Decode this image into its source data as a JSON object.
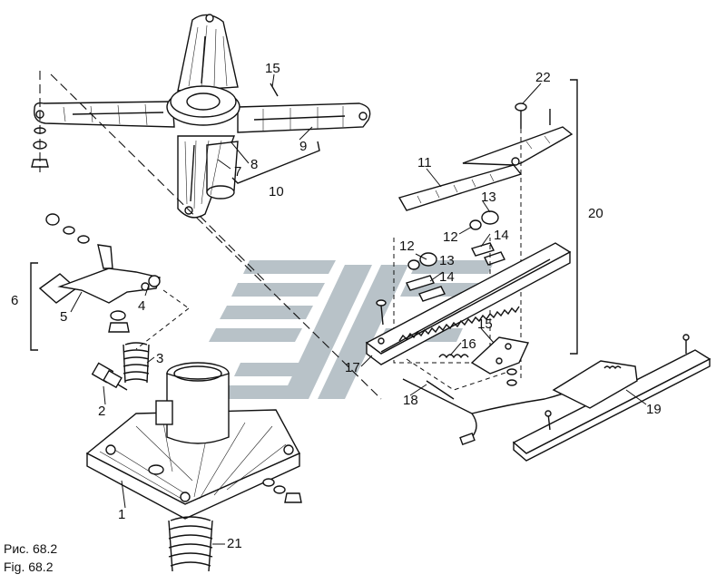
{
  "caption": {
    "ru": "Рис. 68.2",
    "en": "Fig. 68.2"
  },
  "part_numbers": [
    "1",
    "2",
    "3",
    "4",
    "5",
    "6",
    "7",
    "8",
    "9",
    "10",
    "11",
    "12",
    "12",
    "13",
    "13",
    "14",
    "14",
    "15",
    "15",
    "16",
    "17",
    "18",
    "19",
    "20",
    "21",
    "22"
  ],
  "colors": {
    "ink": "#111111",
    "watermark": "#b8c2c8",
    "background": "#ffffff"
  }
}
